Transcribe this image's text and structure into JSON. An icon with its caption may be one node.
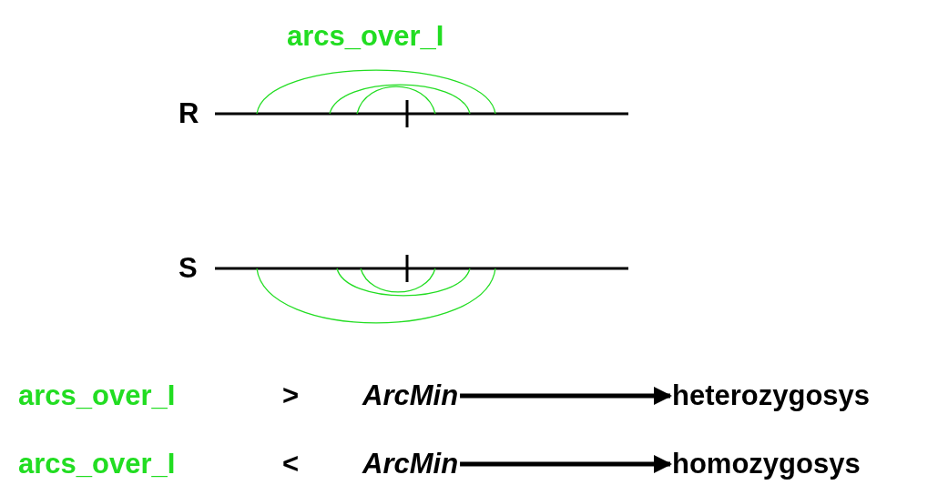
{
  "diagram": {
    "nodes": [
      {
        "text": [
          "arcs_over_I",
          ">",
          "ArcMin"
        ]
      },
      {
        "text": [
          "heterozygosys"
        ]
      },
      {
        "text": [
          "arcs_over_I",
          "<",
          "ArcMin"
        ]
      },
      {
        "text": [
          "homozygosys"
        ]
      }
    ],
    "edges": [
      {
        "from": 0,
        "to": 1,
        "arrow": "to"
      },
      {
        "from": 2,
        "to": 3,
        "arrow": "to"
      }
    ],
    "labels": [
      "arcs_over_I",
      "R",
      "S"
    ]
  }
}
